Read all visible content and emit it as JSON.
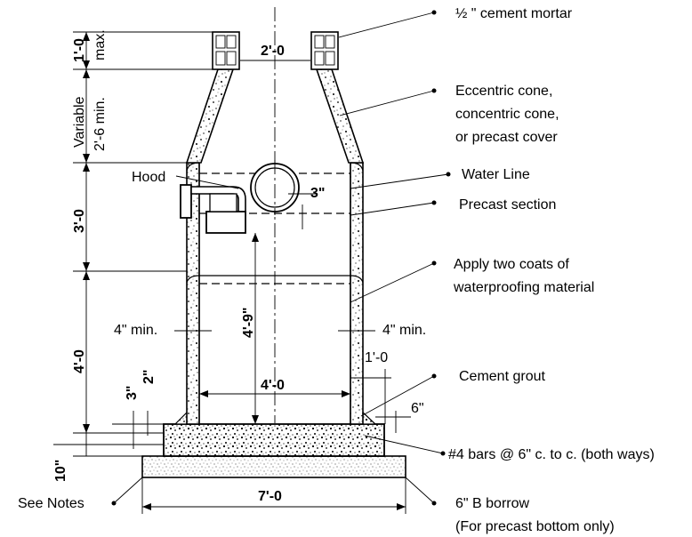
{
  "callouts": {
    "cement_mortar": "½ \" cement mortar",
    "cone_1": "Eccentric cone,",
    "cone_2": "concentric cone,",
    "cone_3": "or precast cover",
    "water_line": "Water Line",
    "precast_section": "Precast section",
    "hood": "Hood",
    "waterproof_1": "Apply two coats of",
    "waterproof_2": "waterproofing material",
    "cement_grout": "Cement grout",
    "bars": "#4 bars  @ 6\" c. to c. (both ways)",
    "see_notes": "See Notes",
    "borrow_1": "6\" B borrow",
    "borrow_2": "(For precast bottom only)"
  },
  "dimensions": {
    "top_opening": "2'-0",
    "riser_height": "1'-0",
    "riser_max": "max.",
    "cone_variable": "Variable",
    "cone_min": "2'-6 min.",
    "upper_section": "3'-0",
    "lower_section": "4'-0",
    "hood_clearance": "3\"",
    "outlet_height": "4'-9\"",
    "wall_left": "4\" min.",
    "wall_right": "4\" min.",
    "wall_offset": "1'-0",
    "inside_width": "4'-0",
    "grout_ledge": "6\"",
    "slab_3in": "3\"",
    "slab_2in": "2\"",
    "base_thickness": "10\"",
    "base_width": "7'-0"
  }
}
